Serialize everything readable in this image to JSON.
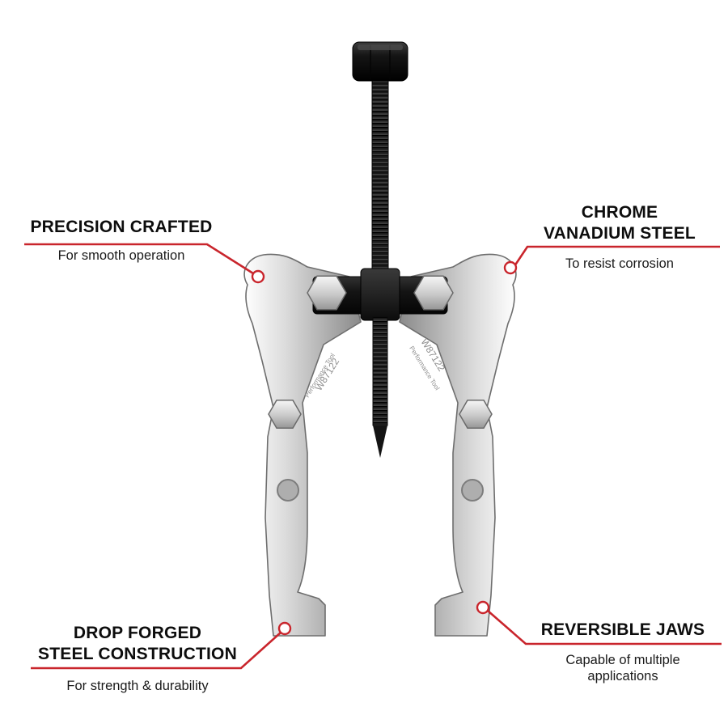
{
  "page": {
    "type": "annotated-product-diagram",
    "background": "#ffffff"
  },
  "product": {
    "name": "Two-jaw gear puller",
    "engravings": {
      "brand": "Performance Tool",
      "model": "W87122"
    }
  },
  "colors": {
    "accent_red": "#c9252c",
    "title_text": "#0d0d0d",
    "subtitle_text": "#1a1a1a",
    "steel_light": "#f2f2f2",
    "steel_dark": "#8a8a8a",
    "hardware_black": "#121212"
  },
  "callouts": [
    {
      "id": "precision-crafted",
      "title_lines": [
        "PRECISION CRAFTED"
      ],
      "subtitle_lines": [
        "For smooth operation"
      ]
    },
    {
      "id": "chrome-vanadium-steel",
      "title_lines": [
        "CHROME",
        "VANADIUM STEEL"
      ],
      "subtitle_lines": [
        "To resist corrosion"
      ]
    },
    {
      "id": "drop-forged-steel-construction",
      "title_lines": [
        "DROP FORGED",
        "STEEL CONSTRUCTION"
      ],
      "subtitle_lines": [
        "For strength & durability"
      ]
    },
    {
      "id": "reversible-jaws",
      "title_lines": [
        "REVERSIBLE JAWS"
      ],
      "subtitle_lines": [
        "Capable of multiple",
        "applications"
      ]
    }
  ]
}
